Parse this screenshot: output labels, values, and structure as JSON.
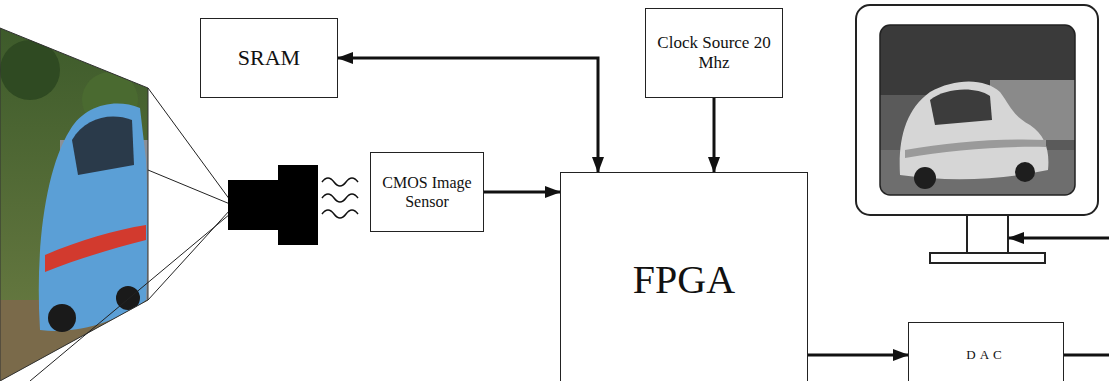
{
  "diagram": {
    "nodes": [
      {
        "text": [
          "SRAM"
        ]
      },
      {
        "text": [
          "Clock Source 20 Mhz"
        ]
      },
      {
        "text": [
          "CMOS Image Sensor"
        ]
      },
      {
        "text": [
          "FPGA"
        ]
      },
      {
        "text": [
          "DAC"
        ]
      }
    ],
    "edges": [
      {
        "from": 0,
        "to": 3,
        "arrow": "both"
      },
      {
        "from": 1,
        "to": 3,
        "arrow": "to"
      },
      {
        "from": 2,
        "to": 3,
        "arrow": "to"
      },
      {
        "from": 3,
        "to": 4,
        "arrow": "to"
      }
    ]
  }
}
